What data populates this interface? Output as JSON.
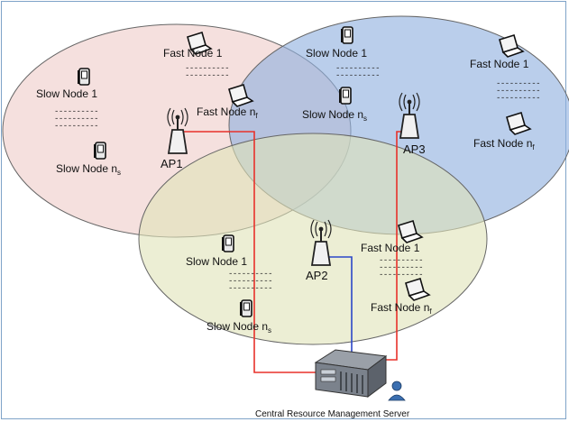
{
  "cells": [
    {
      "ap_label": "AP1",
      "slow_first": "Slow Node 1",
      "slow_last_base": "Slow Node n",
      "slow_last_sub": "s",
      "fast_first": "Fast Node 1",
      "fast_last_base": "Fast Node n",
      "fast_last_sub": "f",
      "ellipsis": "----------"
    },
    {
      "ap_label": "AP2",
      "slow_first": "Slow Node 1",
      "slow_last_base": "Slow Node n",
      "slow_last_sub": "s",
      "fast_first": "Fast Node 1",
      "fast_last_base": "Fast Node n",
      "fast_last_sub": "f",
      "ellipsis": "----------"
    },
    {
      "ap_label": "AP3",
      "slow_first": "Slow Node 1",
      "slow_last_base": "Slow Node n",
      "slow_last_sub": "s",
      "fast_first": "Fast Node 1",
      "fast_last_base": "Fast Node n",
      "fast_last_sub": "f",
      "ellipsis": "----------"
    }
  ],
  "server": {
    "label": "Central Resource Management Server"
  },
  "colors": {
    "cell1_fill": "#f2d6d3",
    "cell2_fill": "#dfe3b8",
    "cell3_fill": "#8fb0de",
    "link_red": "#e8312a",
    "link_blue": "#2b46c8",
    "border": "#7fa3c8"
  },
  "icons": [
    "laptop-icon",
    "mobile-phone-icon",
    "access-point-icon",
    "server-icon",
    "user-icon"
  ]
}
